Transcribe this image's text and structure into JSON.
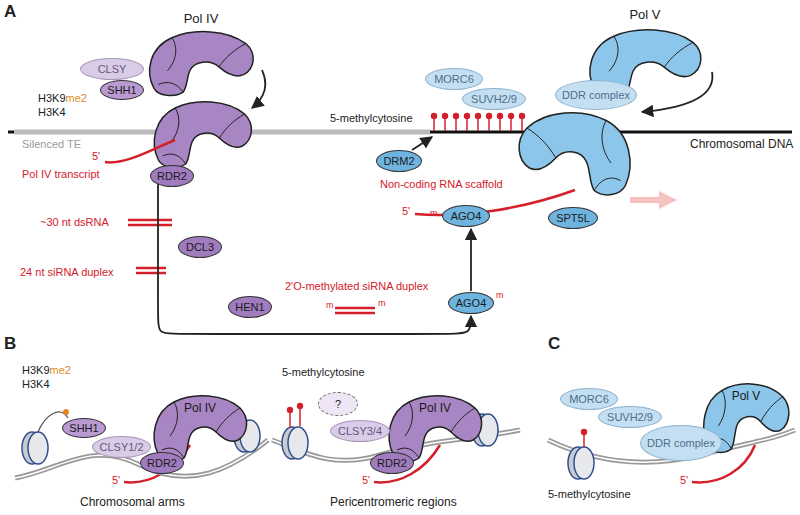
{
  "diagram": {
    "nodes": [
      {
        "text": [
          "Pol IV"
        ]
      },
      {
        "text": [
          "CLSY"
        ]
      },
      {
        "text": [
          "SHH1"
        ]
      },
      {
        "text": [
          "RDR2"
        ]
      },
      {
        "text": [
          "DCL3"
        ]
      },
      {
        "text": [
          "HEN1"
        ]
      },
      {
        "text": [
          "AGO4"
        ]
      },
      {
        "text": [
          "Pol V"
        ]
      },
      {
        "text": [
          "MORC6"
        ]
      },
      {
        "text": [
          "SUVH2/9"
        ]
      },
      {
        "text": [
          "DDR complex"
        ]
      },
      {
        "text": [
          "DRM2"
        ]
      },
      {
        "text": [
          "AGO4"
        ]
      },
      {
        "text": [
          "SPT5L"
        ]
      },
      {
        "text": [
          "SHH1"
        ]
      },
      {
        "text": [
          "CLSY1/2"
        ]
      },
      {
        "text": [
          "Pol IV"
        ]
      },
      {
        "text": [
          "RDR2"
        ]
      },
      {
        "text": [
          "?"
        ]
      },
      {
        "text": [
          "CLSY3/4"
        ]
      },
      {
        "text": [
          "Pol IV"
        ]
      },
      {
        "text": [
          "RDR2"
        ]
      },
      {
        "text": [
          "MORC6"
        ]
      },
      {
        "text": [
          "SUVH2/9"
        ]
      },
      {
        "text": [
          "DDR complex"
        ]
      },
      {
        "text": [
          "Pol V"
        ]
      }
    ],
    "edges": [
      {
        "from": 3,
        "to": 6,
        "arrow": "to"
      },
      {
        "from": 6,
        "to": 12,
        "arrow": "to"
      }
    ],
    "labels": [
      "A",
      "H3K9",
      "me2",
      "H3K4",
      "Silenced TE",
      "5'",
      "Pol IV transcript",
      "~30 nt dsRNA",
      "24 nt siRNA duplex",
      "2'O-methylated siRNA duplex",
      "m",
      "m",
      "m",
      "5-methylcytosine",
      "m",
      "5'",
      "Non-coding RNA scaffold",
      "Chromosomal DNA",
      "B",
      "H3K9",
      "me2",
      "H3K4",
      "5'",
      "Chromosomal arms",
      "5-methylcytosine",
      "5'",
      "Pericentromeric regions",
      "C",
      "5-methylcytosine",
      "5'"
    ]
  }
}
